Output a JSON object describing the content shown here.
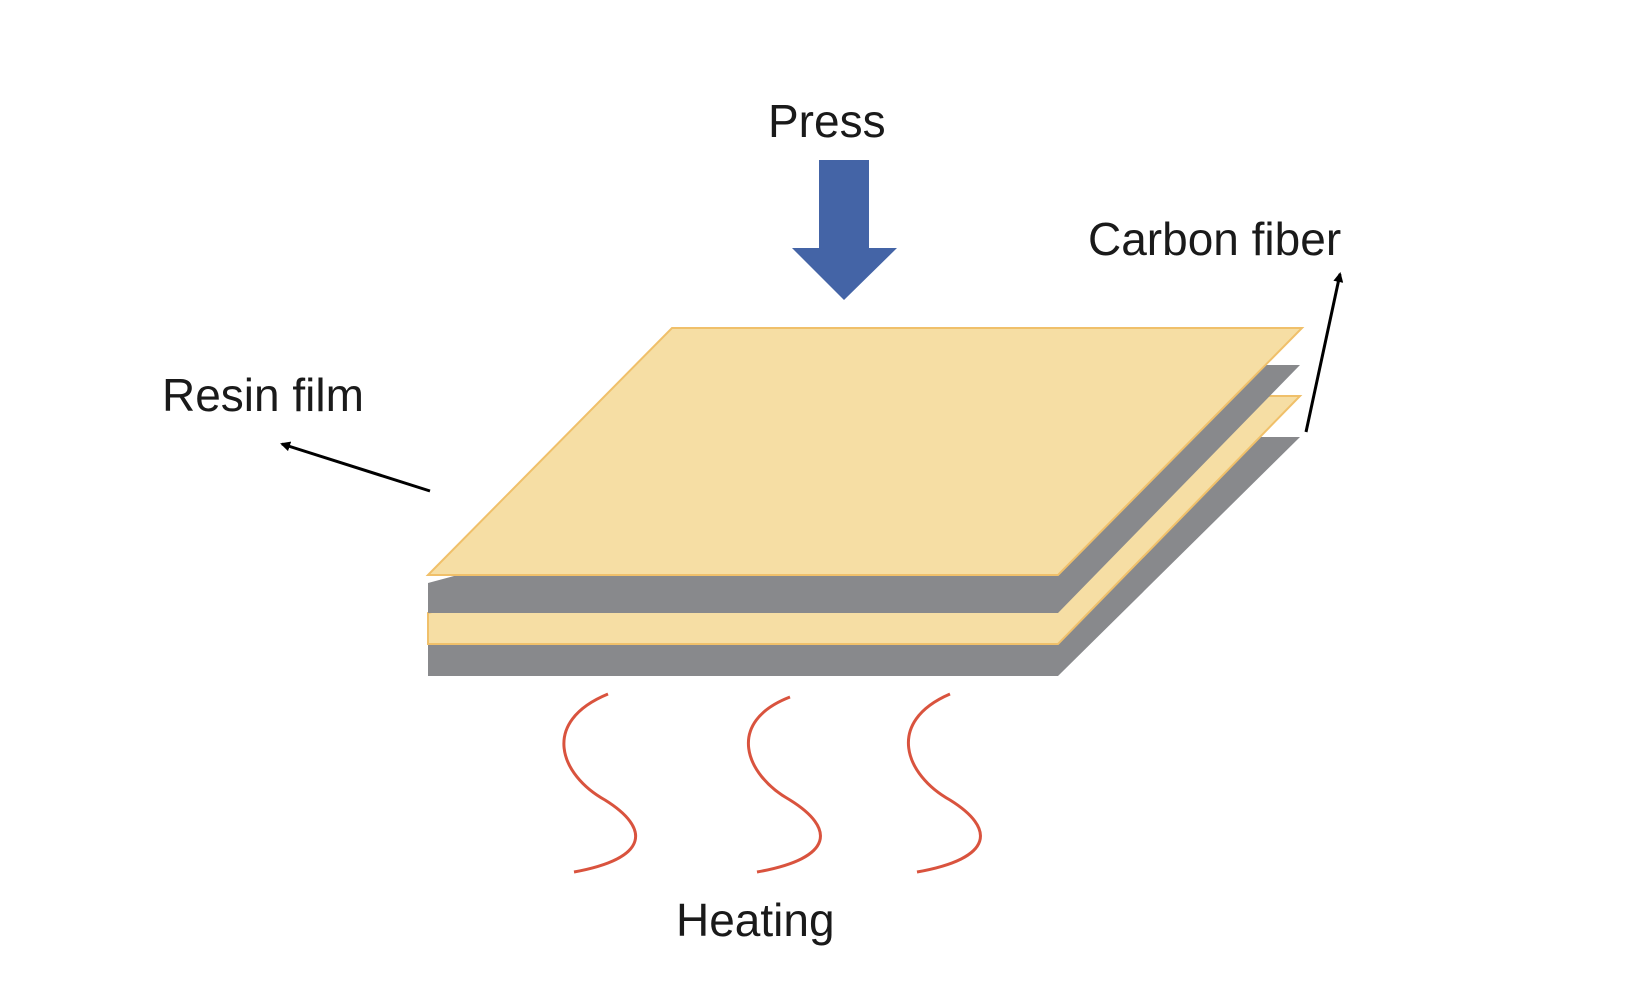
{
  "labels": {
    "press": "Press",
    "carbon_fiber": "Carbon fiber",
    "resin_film": "Resin film",
    "heating": "Heating"
  },
  "colors": {
    "background": "#fcfcfc",
    "resin_film": "#f6dea4",
    "resin_film_edge": "#f0c06a",
    "carbon_fiber": "#88898c",
    "press_arrow": "#4464a6",
    "heat_wave": "#d9533e",
    "pointer_arrow": "#000000"
  },
  "layers": [
    "resin-film",
    "carbon-fiber",
    "resin-film",
    "carbon-fiber"
  ]
}
